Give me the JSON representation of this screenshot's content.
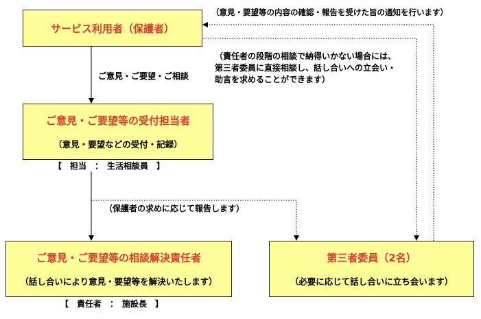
{
  "boxes": {
    "user": {
      "title": "サービス利用者（保護者）"
    },
    "reception": {
      "title": "ご意見・ご要望等の受付担当者",
      "sub": "（意見・要望などの受付・記録）",
      "role": "【　担当　：　生活相談員　】"
    },
    "resolution": {
      "title": "ご意見・ご要望等の相談解決責任者",
      "sub": "（話し合いにより意見・要望等を解決いたします）",
      "role": "【　責任者　：　施設長　】"
    },
    "third_party": {
      "title": "第三者委員（2名）",
      "sub": "（必要に応じて話し合いに立ち会います）"
    }
  },
  "notes": {
    "notify": "（意見・要望等の内容の確認・報告を受けた旨の通知を行います）",
    "direct_line1": "（責任者の段階の相談で納得いかない場合には、",
    "direct_line2": "第三者委員に直接相談し、話し合いへの立会い・",
    "direct_line3": "助言を求めることができます）",
    "consult": "ご意見・ご要望・ご相談",
    "report": "（保護者の求めに応じて報告します）"
  }
}
